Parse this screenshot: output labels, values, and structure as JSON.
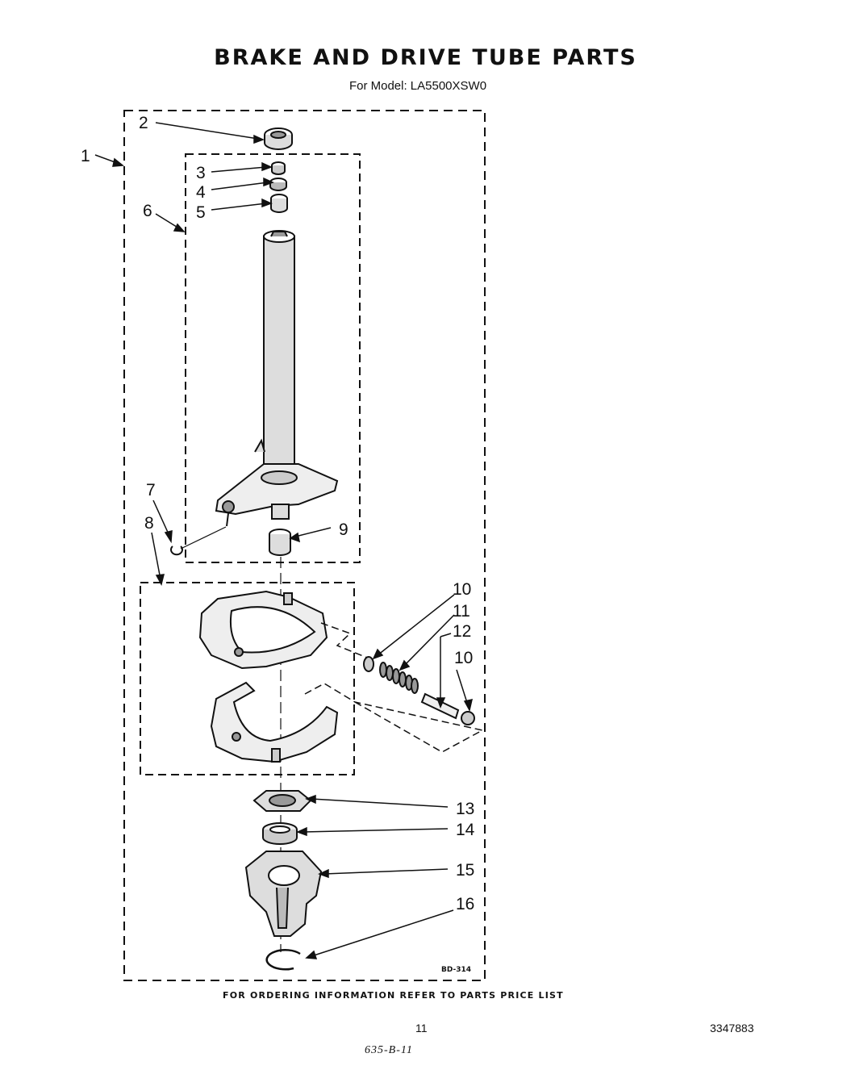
{
  "header": {
    "title": "BRAKE AND DRIVE TUBE PARTS",
    "subtitle": "For Model: LA5500XSW0"
  },
  "diagram": {
    "code": "BD-314",
    "callouts": [
      "1",
      "2",
      "3",
      "4",
      "5",
      "6",
      "7",
      "8",
      "9",
      "10",
      "11",
      "12",
      "10",
      "13",
      "14",
      "15",
      "16"
    ]
  },
  "footer": {
    "note": "FOR ORDERING INFORMATION REFER TO PARTS PRICE LIST",
    "page_number": "11",
    "document_number": "3347883",
    "handwritten": "635-B-11"
  }
}
